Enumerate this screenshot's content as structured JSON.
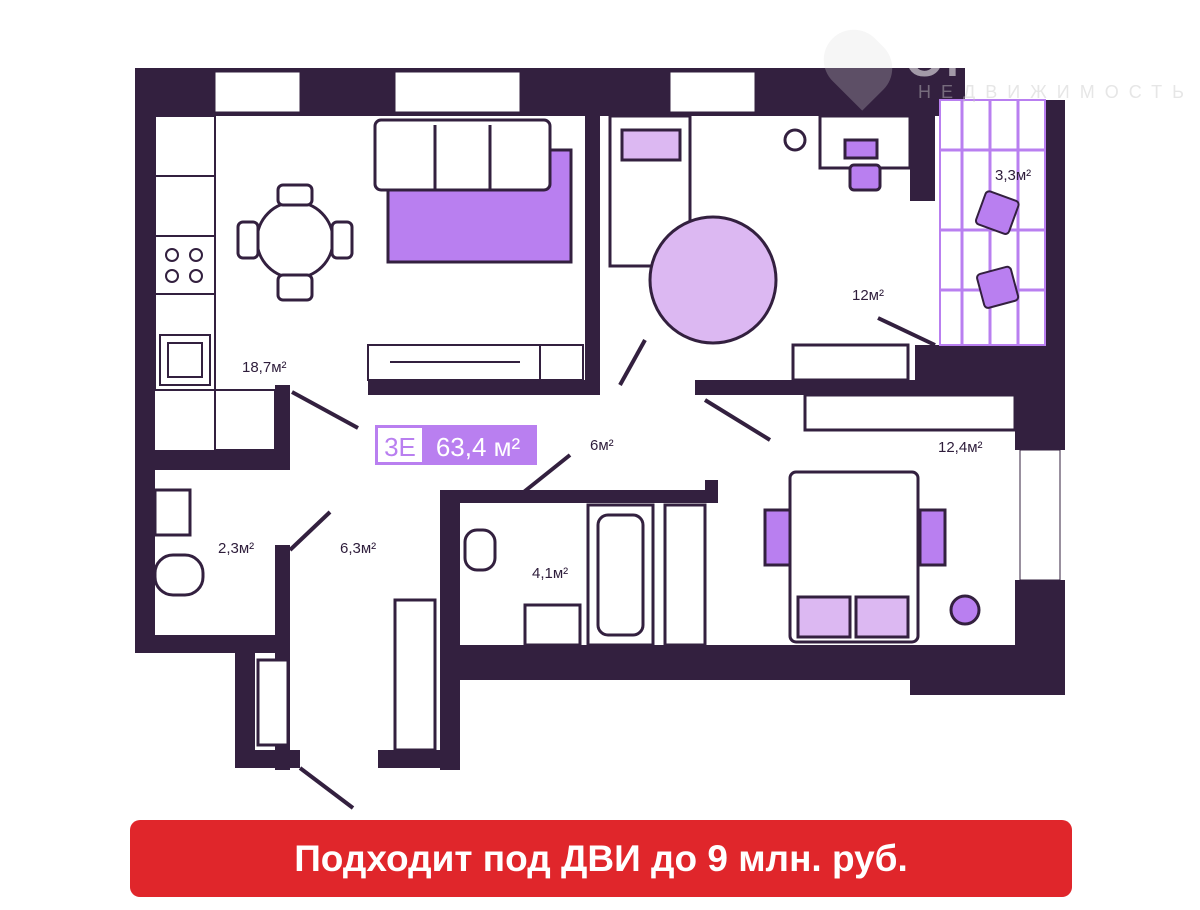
{
  "plan": {
    "type_badge": "3Е",
    "total_area": "63,4 м²",
    "rooms": [
      {
        "name": "living-kitchen",
        "area": "18,7м²"
      },
      {
        "name": "bedroom-1",
        "area": "12м²"
      },
      {
        "name": "balcony",
        "area": "3,3м²"
      },
      {
        "name": "bedroom-2",
        "area": "12,4м²"
      },
      {
        "name": "corridor",
        "area": "6м²"
      },
      {
        "name": "hall",
        "area": "6,3м²"
      },
      {
        "name": "wc",
        "area": "2,3м²"
      },
      {
        "name": "bathroom",
        "area": "4,1м²"
      }
    ]
  },
  "banner": {
    "text": "Подходит под ДВИ до 9 млн. руб."
  },
  "watermark": {
    "brand": "ONREALT",
    "sub": "НЕДВИЖИМОСТЬ"
  },
  "colors": {
    "wall": "#33203f",
    "accent": "#b97ff0",
    "accent_light": "#dcb8f2",
    "banner": "#e0262b"
  }
}
